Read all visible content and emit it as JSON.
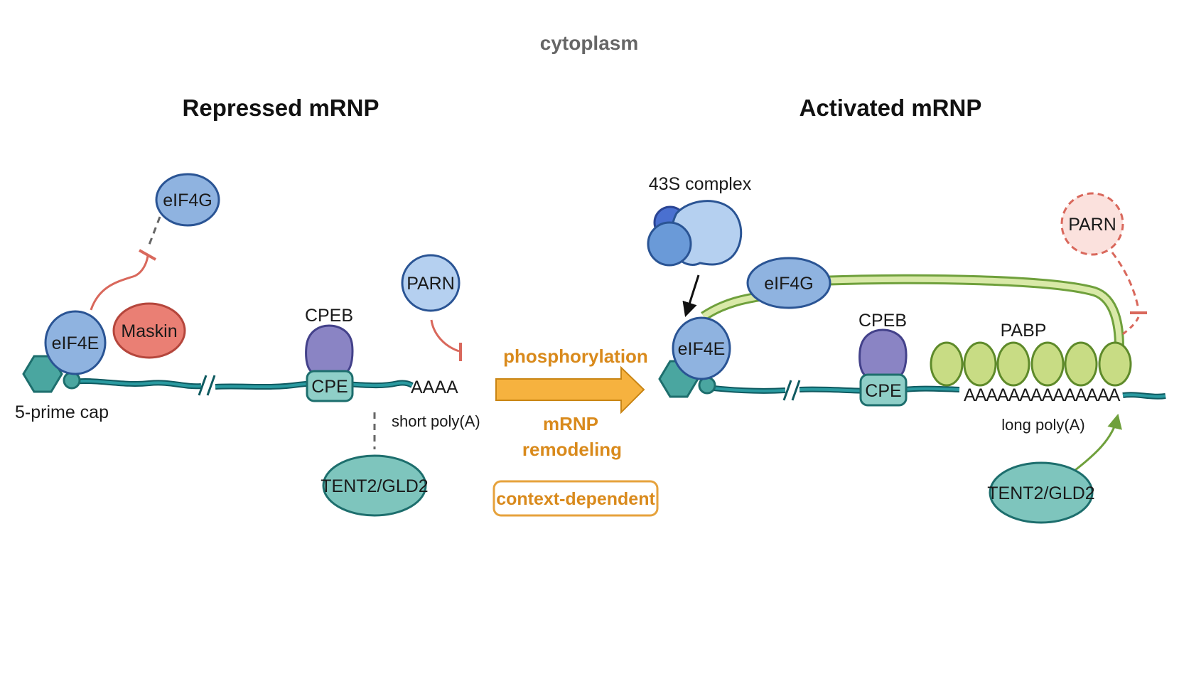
{
  "header": {
    "compartment": "cytoplasm"
  },
  "repressed": {
    "title": "Repressed mRNP",
    "eif4g": "eIF4G",
    "eif4e": "eIF4E",
    "maskin": "Maskin",
    "cap_label": "5-prime cap",
    "cpeb": "CPEB",
    "cpe": "CPE",
    "polya": "AAAA",
    "polya_label": "short poly(A)",
    "parn": "PARN",
    "tent2": "TENT2/GLD2"
  },
  "transition": {
    "step1": "phosphorylation",
    "step2_line1": "mRNP",
    "step2_line2": "remodeling",
    "tag": "context-dependent"
  },
  "activated": {
    "title": "Activated mRNP",
    "complex": "43S complex",
    "eif4g": "eIF4G",
    "eif4e": "eIF4E",
    "cpeb": "CPEB",
    "cpe": "CPE",
    "pabp": "PABP",
    "polya": "AAAAAAAAAAAAAA",
    "polya_label": "long poly(A)",
    "parn": "PARN",
    "tent2": "TENT2/GLD2"
  },
  "colors": {
    "mrna": "#1f7f86",
    "eif_blue": "#8fb3e0",
    "eif_stroke": "#2a5494",
    "maskin_red": "#ea7f74",
    "cpeb_purple": "#8a84c4",
    "cpe_teal": "#8fcfc8",
    "tent_teal": "#7ec5bd",
    "pabp_green": "#c8dc84",
    "inhibit_red": "#d9685c",
    "activate_green": "#6fa03c",
    "transition_orange": "#f6b23f"
  }
}
